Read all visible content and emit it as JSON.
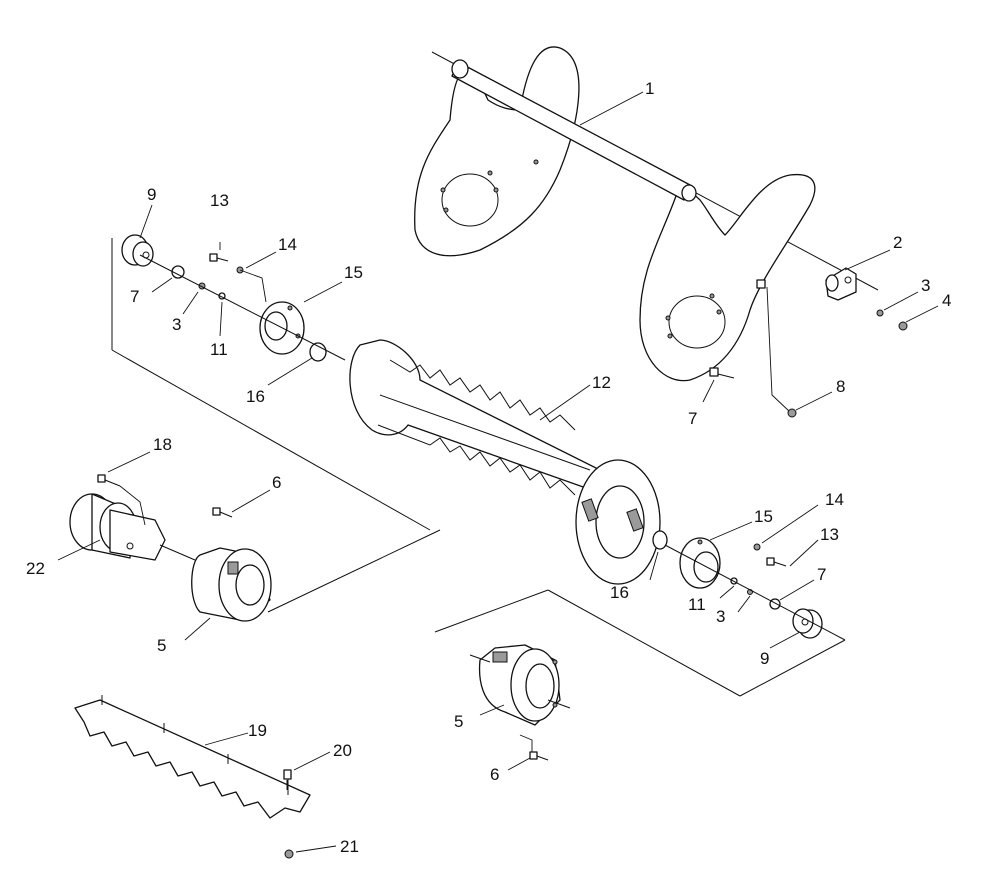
{
  "callouts": {
    "c1": "1",
    "c2": "2",
    "c3a": "3",
    "c3b": "3",
    "c3c": "3",
    "c4": "4",
    "c5a": "5",
    "c5b": "5",
    "c6a": "6",
    "c6b": "6",
    "c7a": "7",
    "c7b": "7",
    "c7c": "7",
    "c8": "8",
    "c9a": "9",
    "c9b": "9",
    "c11a": "11",
    "c11b": "11",
    "c12": "12",
    "c13a": "13",
    "c13b": "13",
    "c14a": "14",
    "c14b": "14",
    "c15a": "15",
    "c15b": "15",
    "c16a": "16",
    "c16b": "16",
    "c18": "18",
    "c19": "19",
    "c20": "20",
    "c21": "21",
    "c22": "22"
  }
}
